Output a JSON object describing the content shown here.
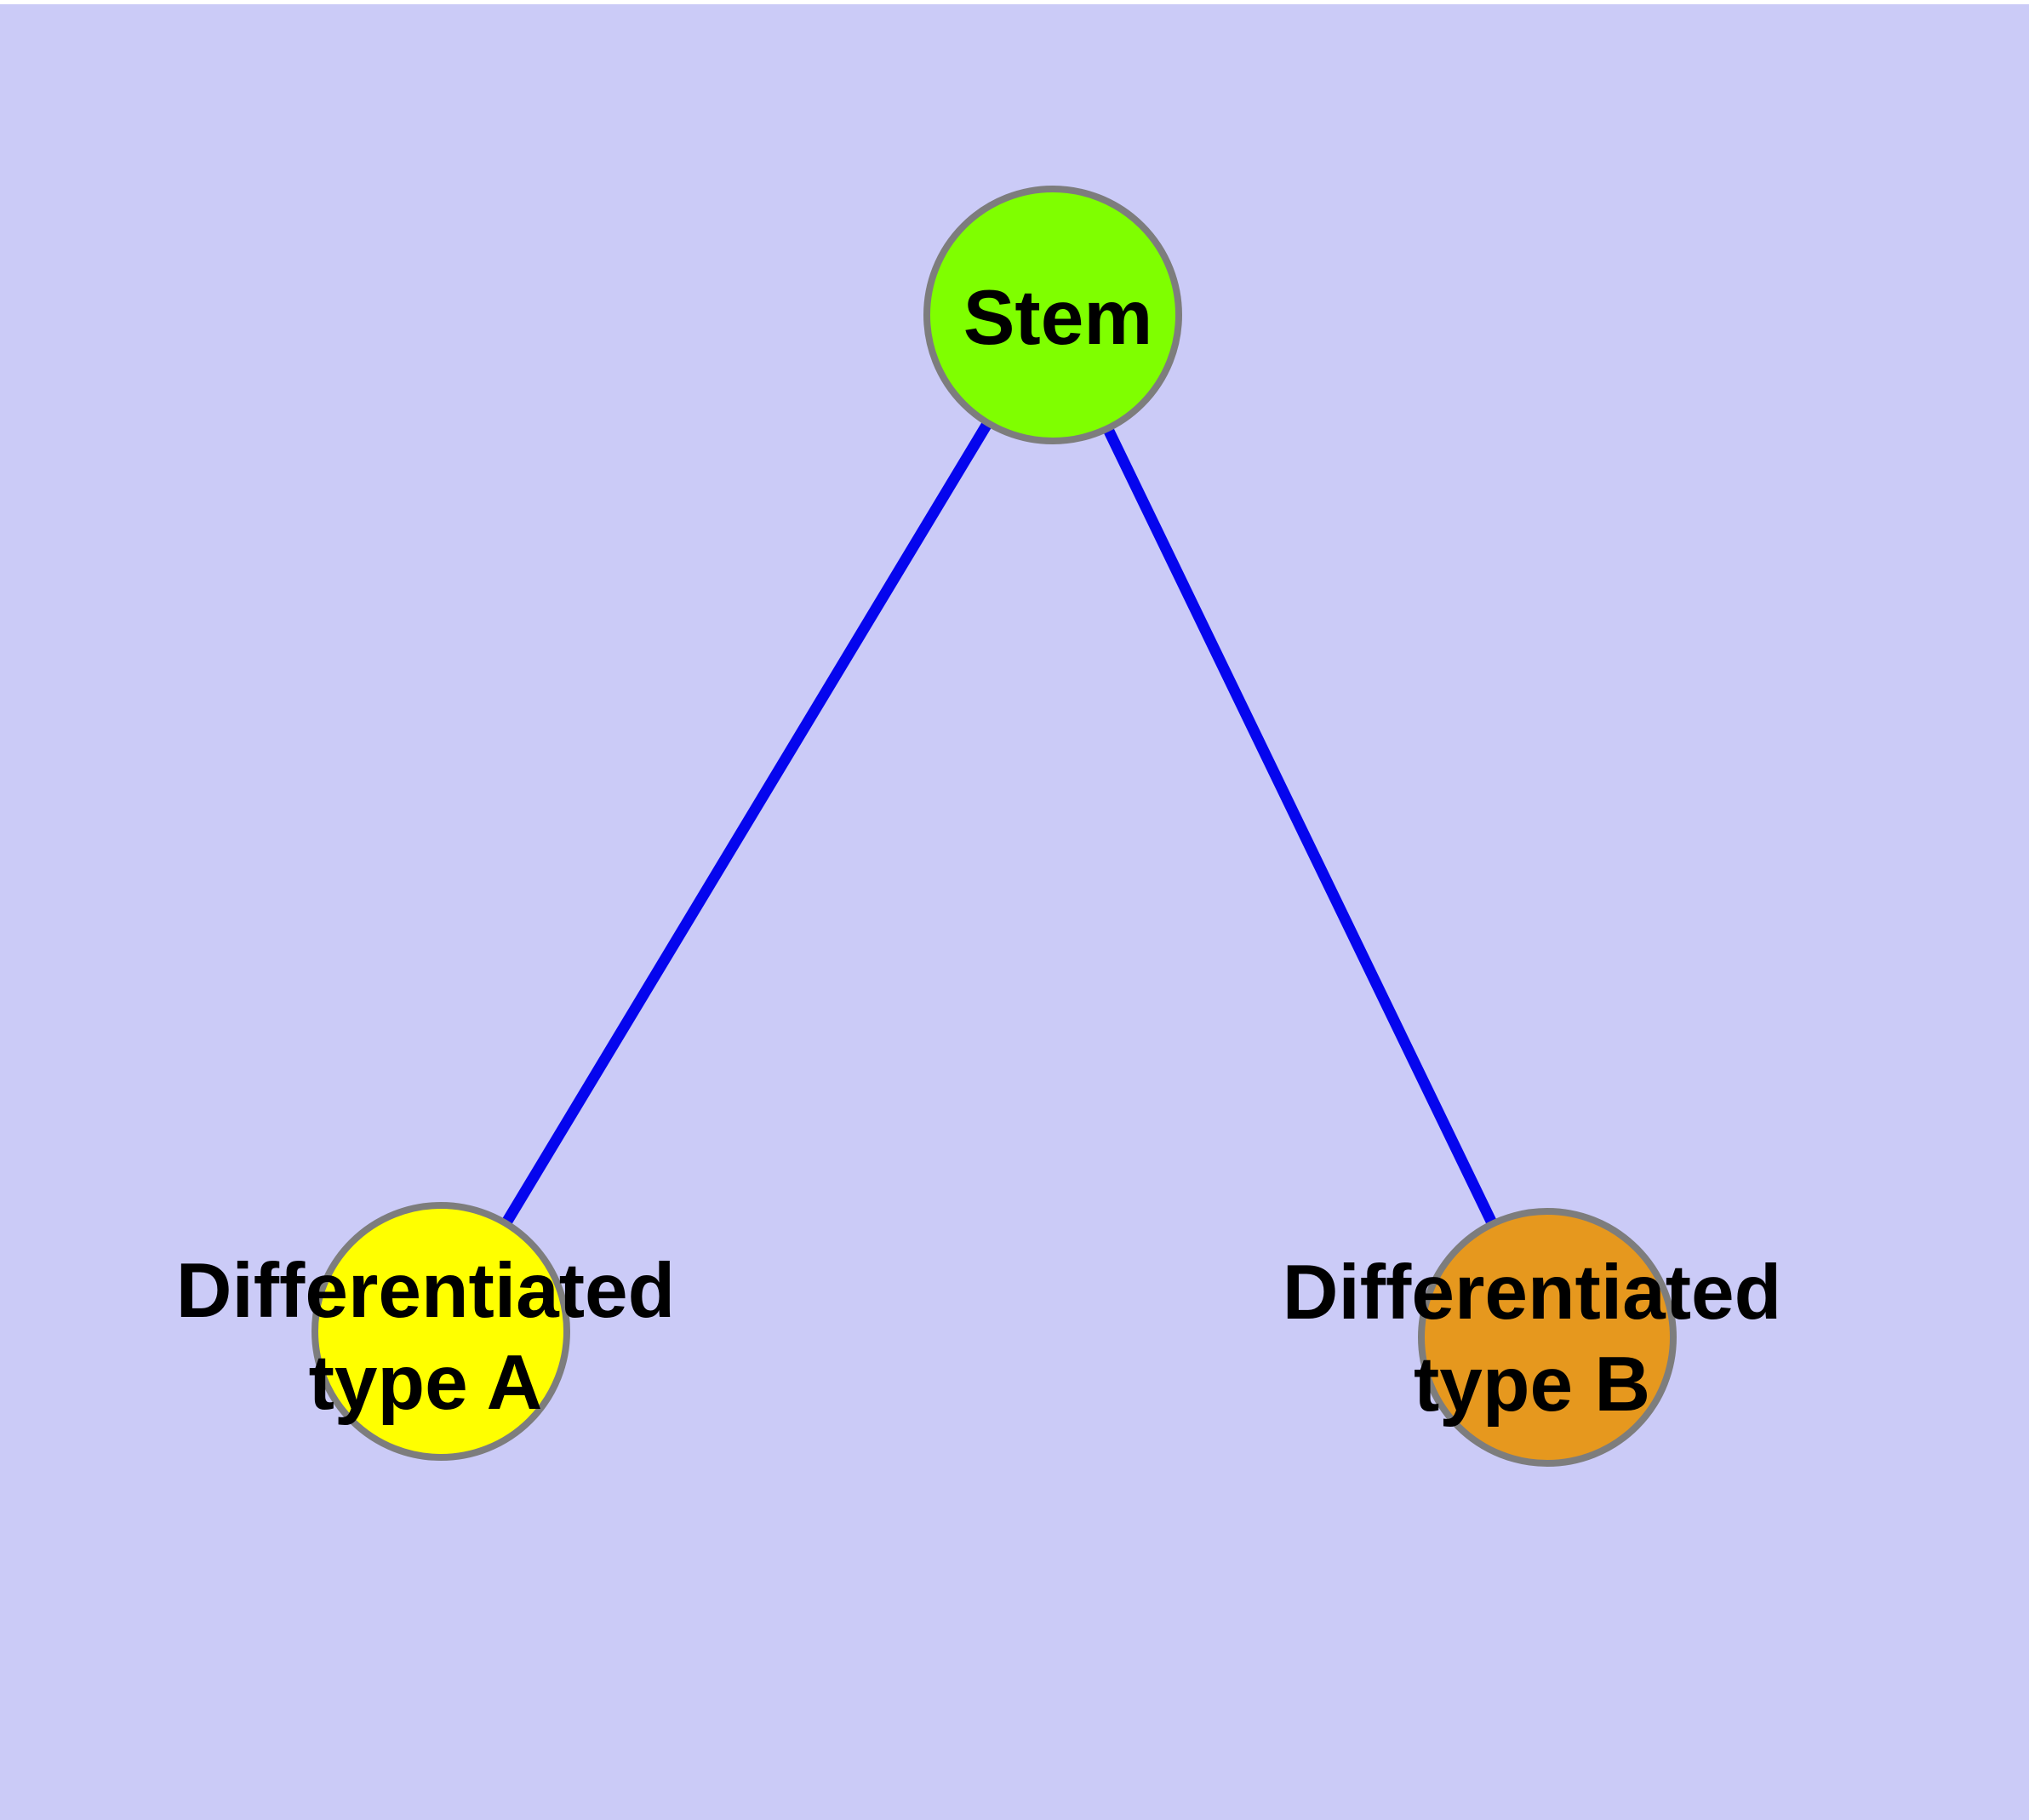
{
  "figure": {
    "background_color": "#cbcbf7",
    "top_strip_color": "#ffffff",
    "edge_color": "#0505ee",
    "node_border_color": "#7d7d7d",
    "label_color": "#000000",
    "nodes": {
      "stem": {
        "label": "Stem",
        "fill": "#7fff00"
      },
      "type_a": {
        "label_lines": [
          "Differentiated",
          "type A"
        ],
        "fill": "#ffff00"
      },
      "type_b": {
        "label_lines": [
          "Differentiated",
          "type B"
        ],
        "fill": "#e6981e"
      }
    },
    "edges": [
      {
        "from": "Stem",
        "to": "Differentiated type A"
      },
      {
        "from": "Stem",
        "to": "Differentiated type B"
      }
    ]
  }
}
